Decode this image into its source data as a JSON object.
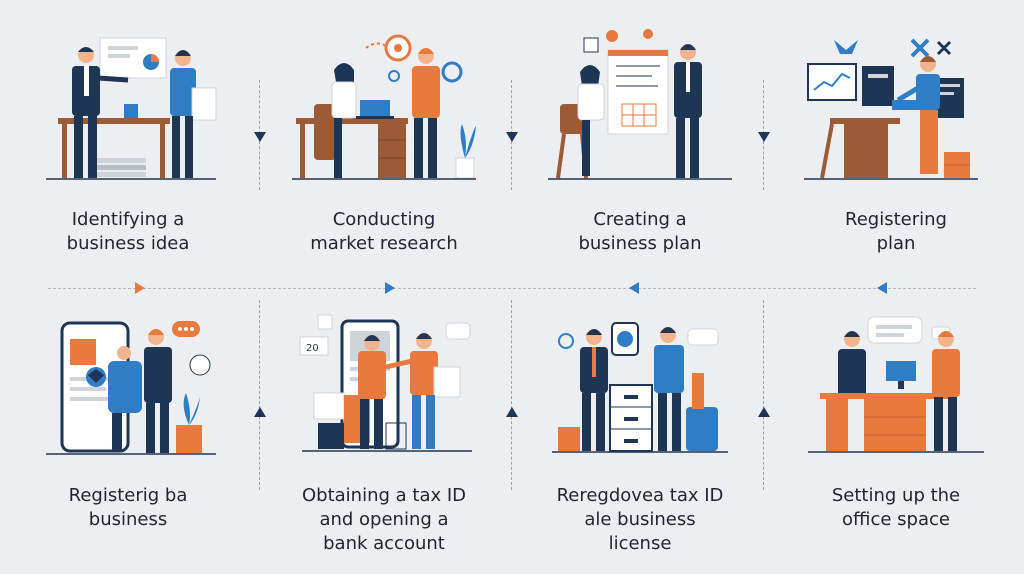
{
  "colors": {
    "navy": "#1e3553",
    "orange": "#e8793f",
    "blue": "#2f7dc4",
    "brown": "#9a5b35",
    "skin": "#f2b48c",
    "gray": "#cfd3da"
  },
  "steps": [
    {
      "line1": "Identifying a",
      "line2": "business idea",
      "line3": ""
    },
    {
      "line1": "Conducting",
      "line2": "market research",
      "line3": ""
    },
    {
      "line1": "Creating a",
      "line2": "business plan",
      "line3": ""
    },
    {
      "line1": "Registering",
      "line2": "plan",
      "line3": ""
    },
    {
      "line1": "Registerig ba",
      "line2": "business",
      "line3": ""
    },
    {
      "line1": "Obtaining a tax ID",
      "line2": "and opening a",
      "line3": "bank account"
    },
    {
      "line1": "Reregdovea tax ID",
      "line2": "ale business",
      "line3": "license"
    },
    {
      "line1": "Setting up the",
      "line2": "office space",
      "line3": ""
    }
  ],
  "icons": {
    "step1": "presentation-meeting-icon",
    "step2": "research-desk-icon",
    "step3": "planning-board-icon",
    "step4": "registration-workstation-icon",
    "step5": "mobile-registration-icon",
    "step6": "tax-id-bank-icon",
    "step7": "license-filing-icon",
    "step8": "office-setup-icon"
  },
  "arrows": {
    "down": "arrow-down",
    "up": "arrow-up",
    "right": "arrow-right",
    "left": "arrow-left"
  }
}
